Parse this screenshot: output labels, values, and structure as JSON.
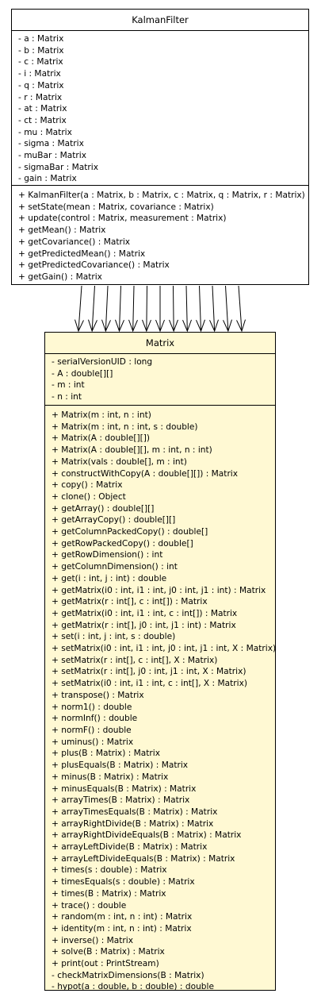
{
  "kalman_filter": {
    "name": "KalmanFilter",
    "attributes": [
      "- a : Matrix",
      "- b : Matrix",
      "- c : Matrix",
      "- i : Matrix",
      "- q : Matrix",
      "- r : Matrix",
      "- at : Matrix",
      "- ct : Matrix",
      "- mu : Matrix",
      "- sigma : Matrix",
      "- muBar : Matrix",
      "- sigmaBar : Matrix",
      "- gain : Matrix"
    ],
    "operations": [
      "+ KalmanFilter(a : Matrix, b : Matrix, c : Matrix, q : Matrix, r : Matrix)",
      "+ setState(mean : Matrix, covariance : Matrix)",
      "+ update(control : Matrix, measurement : Matrix)",
      "+ getMean() : Matrix",
      "+ getCovariance() : Matrix",
      "+ getPredictedMean() : Matrix",
      "+ getPredictedCovariance() : Matrix",
      "+ getGain() : Matrix"
    ]
  },
  "matrix": {
    "name": "Matrix",
    "attributes": [
      "- serialVersionUID : long",
      "- A : double[][]",
      "- m : int",
      "- n : int"
    ],
    "operations": [
      "+ Matrix(m : int, n : int)",
      "+ Matrix(m : int, n : int, s : double)",
      "+ Matrix(A : double[][])",
      "+ Matrix(A : double[][], m : int, n : int)",
      "+ Matrix(vals : double[], m : int)",
      "+ constructWithCopy(A : double[][]) : Matrix",
      "+ copy() : Matrix",
      "+ clone() : Object",
      "+ getArray() : double[][]",
      "+ getArrayCopy() : double[][]",
      "+ getColumnPackedCopy() : double[]",
      "+ getRowPackedCopy() : double[]",
      "+ getRowDimension() : int",
      "+ getColumnDimension() : int",
      "+ get(i : int, j : int) : double",
      "+ getMatrix(i0 : int, i1 : int, j0 : int, j1 : int) : Matrix",
      "+ getMatrix(r : int[], c : int[]) : Matrix",
      "+ getMatrix(i0 : int, i1 : int, c : int[]) : Matrix",
      "+ getMatrix(r : int[], j0 : int, j1 : int) : Matrix",
      "+ set(i : int, j : int, s : double)",
      "+ setMatrix(i0 : int, i1 : int, j0 : int, j1 : int, X : Matrix)",
      "+ setMatrix(r : int[], c : int[], X : Matrix)",
      "+ setMatrix(r : int[], j0 : int, j1 : int, X : Matrix)",
      "+ setMatrix(i0 : int, i1 : int, c : int[], X : Matrix)",
      "+ transpose() : Matrix",
      "+ norm1() : double",
      "+ normInf() : double",
      "+ normF() : double",
      "+ uminus() : Matrix",
      "+ plus(B : Matrix) : Matrix",
      "+ plusEquals(B : Matrix) : Matrix",
      "+ minus(B : Matrix) : Matrix",
      "+ minusEquals(B : Matrix) : Matrix",
      "+ arrayTimes(B : Matrix) : Matrix",
      "+ arrayTimesEquals(B : Matrix) : Matrix",
      "+ arrayRightDivide(B : Matrix) : Matrix",
      "+ arrayRightDivideEquals(B : Matrix) : Matrix",
      "+ arrayLeftDivide(B : Matrix) : Matrix",
      "+ arrayLeftDivideEquals(B : Matrix) : Matrix",
      "+ times(s : double) : Matrix",
      "+ timesEquals(s : double) : Matrix",
      "+ times(B : Matrix) : Matrix",
      "+ trace() : double",
      "+ random(m : int, n : int) : Matrix",
      "+ identity(m : int, n : int) : Matrix",
      "+ inverse() : Matrix",
      "+ solve(B : Matrix) : Matrix",
      "+ print(out : PrintStream)",
      "- checkMatrixDimensions(B : Matrix)",
      "- hypot(a : double, b : double) : double"
    ]
  },
  "associations": {
    "count": 13,
    "line_color": "#000000",
    "matrix_fill": "#fff9d3",
    "kalman_fill": "#ffffff"
  }
}
